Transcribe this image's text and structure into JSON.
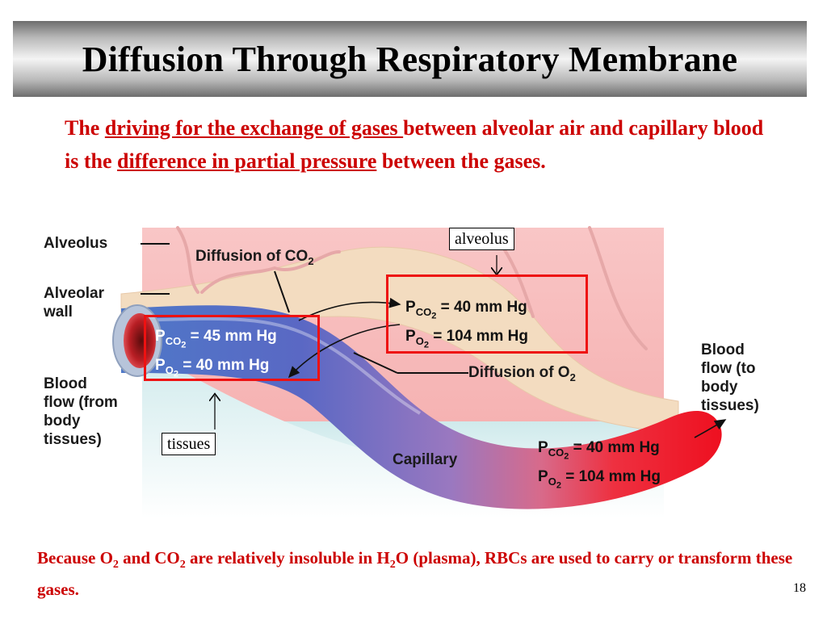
{
  "title": "Diffusion Through Respiratory Membrane",
  "intro": {
    "t1": "The ",
    "u1": "driving for the exchange of gases ",
    "t2": "between alveolar air and capillary blood is the ",
    "u2": "difference in partial pressure",
    "t3": " between the gases."
  },
  "diagram": {
    "labels": {
      "alveolus": "Alveolus",
      "alveolar_wall_1": "Alveolar",
      "alveolar_wall_2": "wall",
      "diffusion_co2_prefix": "Diffusion of CO",
      "diffusion_co2_sub": "2",
      "diffusion_o2_prefix": "Diffusion of O",
      "diffusion_o2_sub": "2",
      "blood_in_1": "Blood",
      "blood_in_2": "flow (from",
      "blood_in_3": "body",
      "blood_in_4": "tissues)",
      "blood_out_1": "Blood",
      "blood_out_2": "flow (to",
      "blood_out_3": "body",
      "blood_out_4": "tissues)",
      "capillary": "Capillary"
    },
    "tissue_values": {
      "pco2": "= 45 mm Hg",
      "po2": "= 40 mm Hg"
    },
    "alveolar_values": {
      "pco2": "= 40 mm Hg",
      "po2": "= 104 mm Hg"
    },
    "exit_values": {
      "pco2": "= 40 mm Hg",
      "po2": "= 104 mm Hg"
    },
    "symbols": {
      "p": "P",
      "co2": "CO",
      "o2": "O",
      "two": "2"
    },
    "tags": {
      "alveolus": "alveolus",
      "tissues": "tissues"
    },
    "colors": {
      "alveolar_pink": "#f6b8b8",
      "venous_blue": "#5b6fc9",
      "arterial_red": "#ee1c2e",
      "highlight_red": "#ee1111"
    }
  },
  "bottom": {
    "t1": "Because O",
    "s1": "2",
    "t2": " and CO",
    "s2": "2",
    "t3": " are relatively insoluble in H",
    "s3": "2",
    "t4": "O (plasma), RBCs are used to carry or transform these gases."
  },
  "page_number": "18"
}
